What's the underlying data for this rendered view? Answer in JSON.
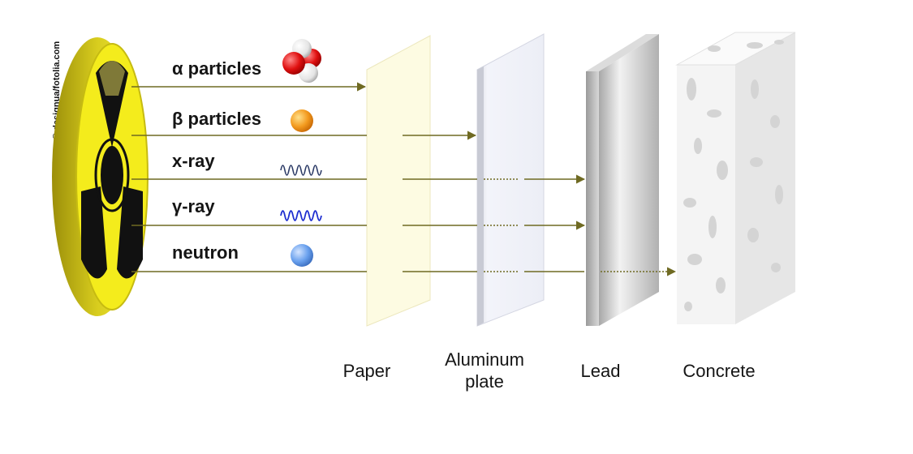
{
  "credit": "© designua/fotolia.com",
  "rays": [
    {
      "label": "α particles",
      "stops_at": "Paper"
    },
    {
      "label": "β particles",
      "stops_at": "Aluminum plate"
    },
    {
      "label": "x-ray",
      "stops_at": "Lead"
    },
    {
      "label": "γ-ray",
      "stops_at": "Lead"
    },
    {
      "label": "neutron",
      "stops_at": "Concrete"
    }
  ],
  "barriers": [
    {
      "label": "Paper"
    },
    {
      "label": "Aluminum\nplate"
    },
    {
      "label": "Lead"
    },
    {
      "label": "Concrete"
    }
  ],
  "icons": {
    "source": "radiation-trefoil-icon",
    "alpha": "alpha-particle-cluster-icon",
    "beta": "beta-particle-sphere-icon",
    "xray": "xray-wave-icon",
    "gamma": "gamma-wave-icon",
    "neutron": "neutron-sphere-icon"
  },
  "colors": {
    "arrow": "#6f6a22",
    "paper": "#fdfbe2",
    "aluminum": "#f0f1f8",
    "lead": "#c9c9c9",
    "concrete": "#eeeeee",
    "source_yellow": "#f4ec1c",
    "beta": "#f39a1e",
    "neutron": "#6aa1ee",
    "xray_wave": "#2b3a66",
    "gamma_wave": "#1f2fd0"
  }
}
